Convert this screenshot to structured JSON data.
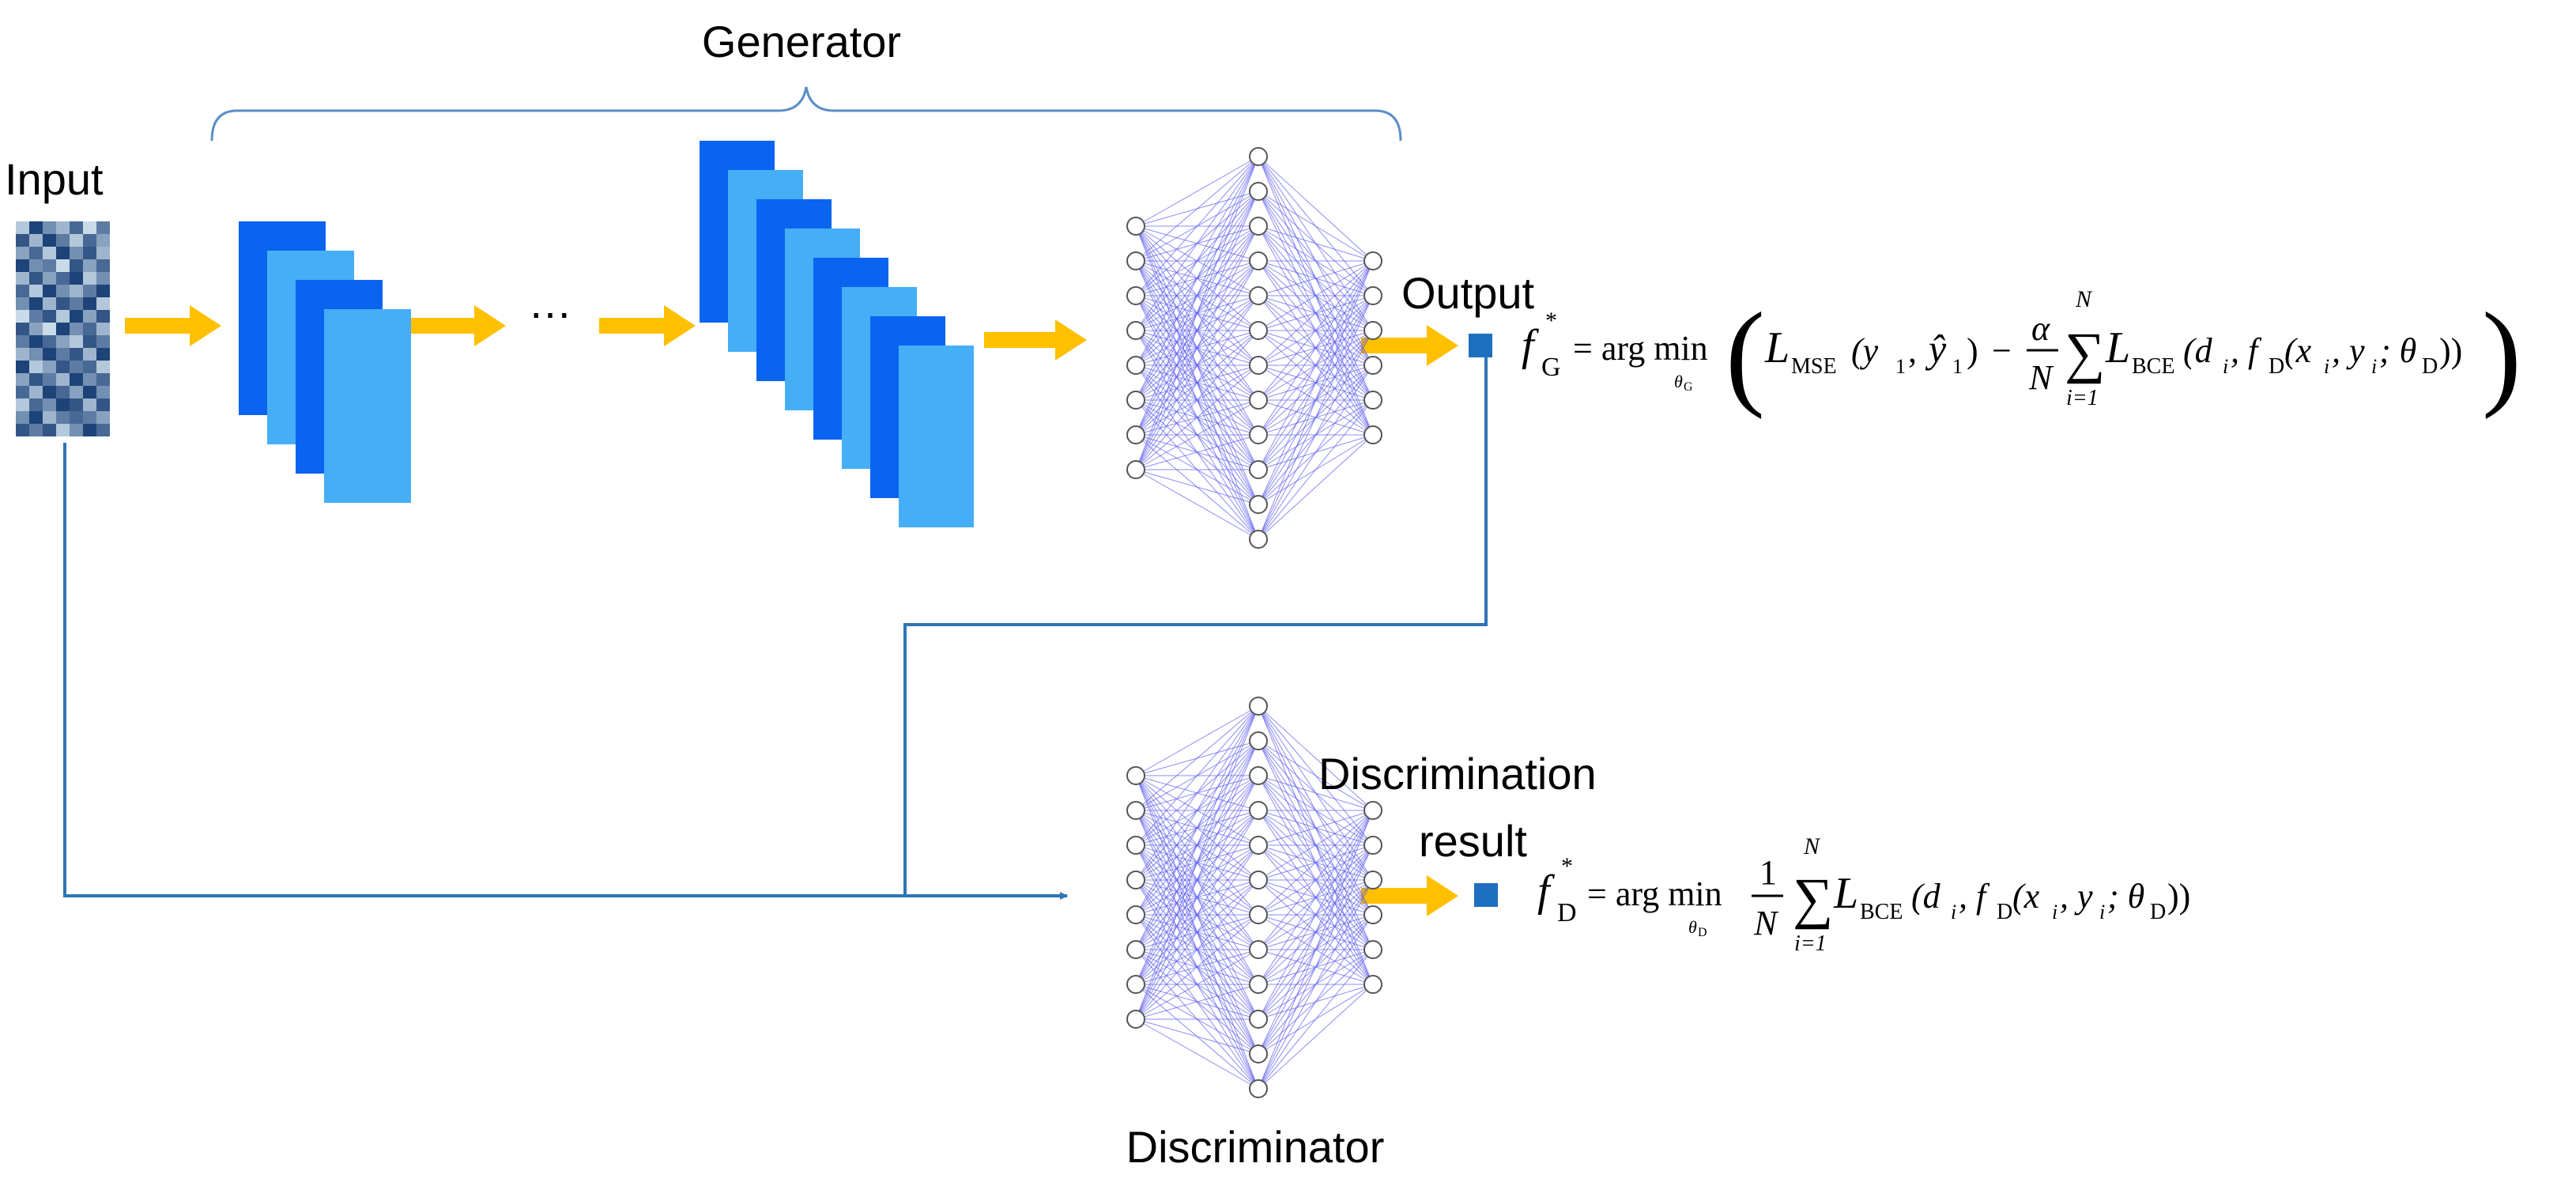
{
  "labels": {
    "generator": "Generator",
    "input": "Input",
    "ellipsis": "…",
    "output": "Output",
    "discrimination_line1": "Discrimination",
    "discrimination_line2": "result",
    "discriminator": "Discriminator"
  },
  "equations": {
    "generator": {
      "lhs_f": "f",
      "lhs_sub": "G",
      "lhs_sup": "*",
      "eq": "= arg min",
      "argsub": "θ",
      "argsub2": "G",
      "lparen": "(",
      "L1": "L",
      "L1sub": "MSE",
      "L1args": "(y",
      "L1argsub": "1",
      "comma": ", ",
      "yhat": "ŷ",
      "yhatsub": "1",
      "rpar": ")",
      "minus": "−",
      "frac_num": "α",
      "frac_den": "N",
      "sum": "∑",
      "sum_top": "N",
      "sum_bot": "i=1",
      "L2": "L",
      "L2sub": "BCE",
      "L2args": "(d",
      "isub": "i",
      "mid": ", f",
      "fDsub": "D",
      "inner": "(x",
      "isub2": "i",
      "comma2": ", y",
      "isub3": "i",
      "semi": "; θ",
      "thetaDsub": "D",
      "close": "))",
      "rparen": ")"
    },
    "discriminator": {
      "lhs_f": "f",
      "lhs_sub": "D",
      "lhs_sup": "*",
      "eq": "= arg min",
      "argsub": "θ",
      "argsub2": "D",
      "frac_num": "1",
      "frac_den": "N",
      "sum": "∑",
      "sum_top": "N",
      "sum_bot": "i=1",
      "L": "L",
      "Lsub": "BCE",
      "args": "(d",
      "isub": "i",
      "mid": ", f",
      "fDsub": "D",
      "inner": "(x",
      "isub2": "i",
      "comma2": ", y",
      "isub3": "i",
      "semi": "; θ",
      "thetaDsub": "D",
      "close": "))"
    }
  },
  "colors": {
    "arrow_yellow": "#FFC000",
    "layer_dark": "#0A64F0",
    "layer_light": "#46AEF6",
    "output_square": "#1F6FBF",
    "line_blue": "#2E75B6",
    "net_edge": "#5B5BF0",
    "brace": "#5B8EC7"
  },
  "input_heatmap": [
    [
      0.2,
      0.9,
      0.5,
      0.3,
      0.7,
      0.1,
      0.6
    ],
    [
      0.8,
      0.3,
      0.9,
      0.6,
      0.2,
      0.7,
      0.4
    ],
    [
      0.4,
      0.7,
      0.2,
      0.9,
      0.5,
      0.8,
      0.3
    ],
    [
      0.9,
      0.5,
      0.6,
      0.1,
      0.8,
      0.4,
      0.7
    ],
    [
      0.3,
      0.8,
      0.4,
      0.7,
      0.9,
      0.2,
      0.5
    ],
    [
      0.7,
      0.2,
      0.9,
      0.5,
      0.3,
      0.6,
      0.9
    ],
    [
      0.5,
      0.9,
      0.3,
      0.8,
      0.6,
      0.9,
      0.2
    ],
    [
      0.1,
      0.6,
      0.8,
      0.2,
      0.9,
      0.4,
      0.8
    ],
    [
      0.8,
      0.4,
      0.1,
      0.9,
      0.5,
      0.7,
      0.3
    ],
    [
      0.6,
      0.9,
      0.7,
      0.4,
      0.2,
      0.8,
      0.6
    ],
    [
      0.3,
      0.5,
      0.9,
      0.6,
      0.8,
      0.3,
      0.9
    ],
    [
      0.9,
      0.2,
      0.4,
      0.8,
      0.6,
      0.7,
      0.2
    ],
    [
      0.4,
      0.8,
      0.6,
      0.3,
      0.9,
      0.5,
      0.7
    ],
    [
      0.7,
      0.3,
      0.9,
      0.7,
      0.4,
      0.9,
      0.5
    ],
    [
      0.2,
      0.7,
      0.5,
      0.9,
      0.8,
      0.3,
      0.8
    ],
    [
      0.5,
      0.9,
      0.3,
      0.6,
      0.7,
      0.6,
      0.4
    ],
    [
      0.8,
      0.6,
      0.8,
      0.2,
      0.5,
      0.9,
      0.7
    ]
  ]
}
